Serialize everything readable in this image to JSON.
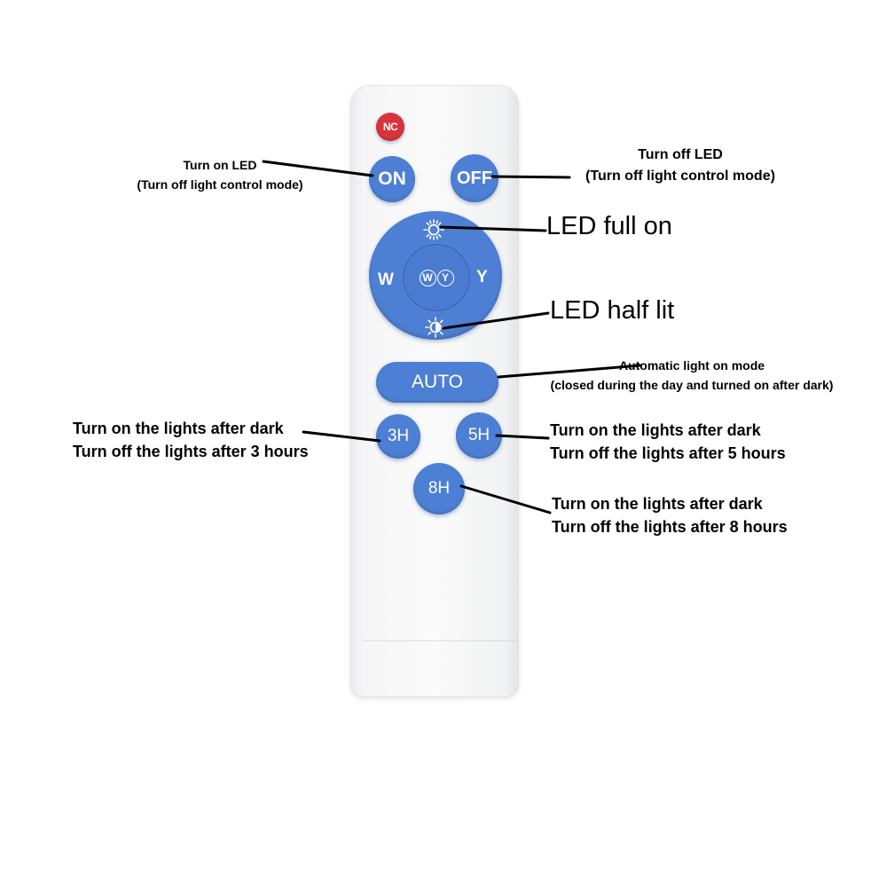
{
  "remote": {
    "nc_label": "NC",
    "on_label": "ON",
    "off_label": "OFF",
    "dial": {
      "w_label": "W",
      "y_label": "Y",
      "center_w": "W",
      "center_y": "Y"
    },
    "auto_label": "AUTO",
    "h3_label": "3H",
    "h5_label": "5H",
    "h8_label": "8H"
  },
  "annotations": {
    "on": {
      "line1": "Turn on LED",
      "line2": "(Turn off light control mode)"
    },
    "off": {
      "line1": "Turn off LED",
      "line2": "(Turn off light control mode)"
    },
    "full": "LED full on",
    "half": "LED half lit",
    "auto": {
      "line1": "Automatic light on mode",
      "line2": "(closed during the day and turned on after dark)"
    },
    "h3": {
      "line1": "Turn on the lights after dark",
      "line2": "Turn off the lights after 3 hours"
    },
    "h5": {
      "line1": "Turn on the lights after dark",
      "line2": "Turn off the lights after 5 hours"
    },
    "h8": {
      "line1": "Turn on the lights after dark",
      "line2": "Turn off the lights after 8 hours"
    }
  },
  "colors": {
    "button_blue": "#4d7fd4",
    "nc_red": "#d9343b",
    "body": "#f6f6f7"
  },
  "icons": {
    "full": "sun-full-icon",
    "half": "sun-half-icon"
  }
}
